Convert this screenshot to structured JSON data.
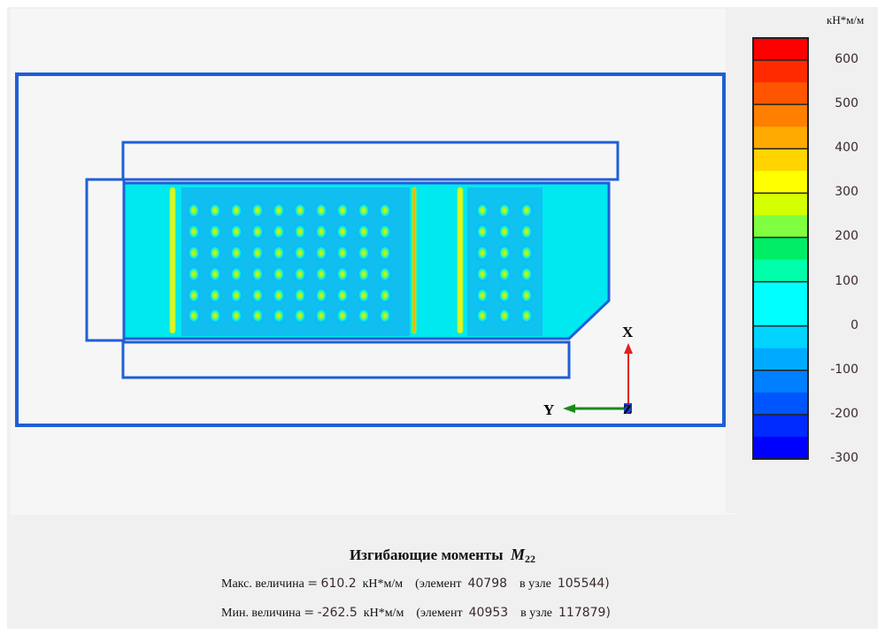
{
  "chart_data": {
    "type": "heatmap",
    "title": "Изгибающие моменты",
    "title_symbol": "M",
    "title_subscript": "22",
    "colorbar": {
      "units": "кН*м/м",
      "ticks": [
        "600",
        "500",
        "400",
        "300",
        "200",
        "100",
        "0",
        "-100",
        "-200",
        "-300"
      ],
      "tick_values": [
        600,
        500,
        400,
        300,
        200,
        100,
        0,
        -100,
        -200,
        -300
      ],
      "range": [
        -300,
        650
      ],
      "band_colors": [
        "#ff0000",
        "#ff2a00",
        "#ff5500",
        "#ff7f00",
        "#ffaa00",
        "#ffd400",
        "#ffff00",
        "#d4ff00",
        "#7fff3f",
        "#00ee66",
        "#00ffaa",
        "#00ffff",
        "#00ffff",
        "#00d4ff",
        "#00aaff",
        "#007fff",
        "#0055ff",
        "#002aff",
        "#0000ff"
      ]
    },
    "max": {
      "label": "Макс. величина",
      "eq": "=",
      "value": "610.2",
      "units": "кН*м/м",
      "element_label": "(элемент",
      "element": "40798",
      "node_label": "в узле",
      "node": "105544)"
    },
    "min": {
      "label": "Мин. величина",
      "eq": "=",
      "value": "-262.5",
      "units": "кН*м/м",
      "element_label": "(элемент",
      "element": "40953",
      "node_label": "в узле",
      "node": "117879)"
    }
  },
  "axes": {
    "x": "X",
    "y": "Y",
    "z": "Z"
  },
  "colors": {
    "outline": "#1f5fd6",
    "field": "#00e8f0",
    "x_axis": "#e02020",
    "y_axis": "#1a8a1a"
  }
}
